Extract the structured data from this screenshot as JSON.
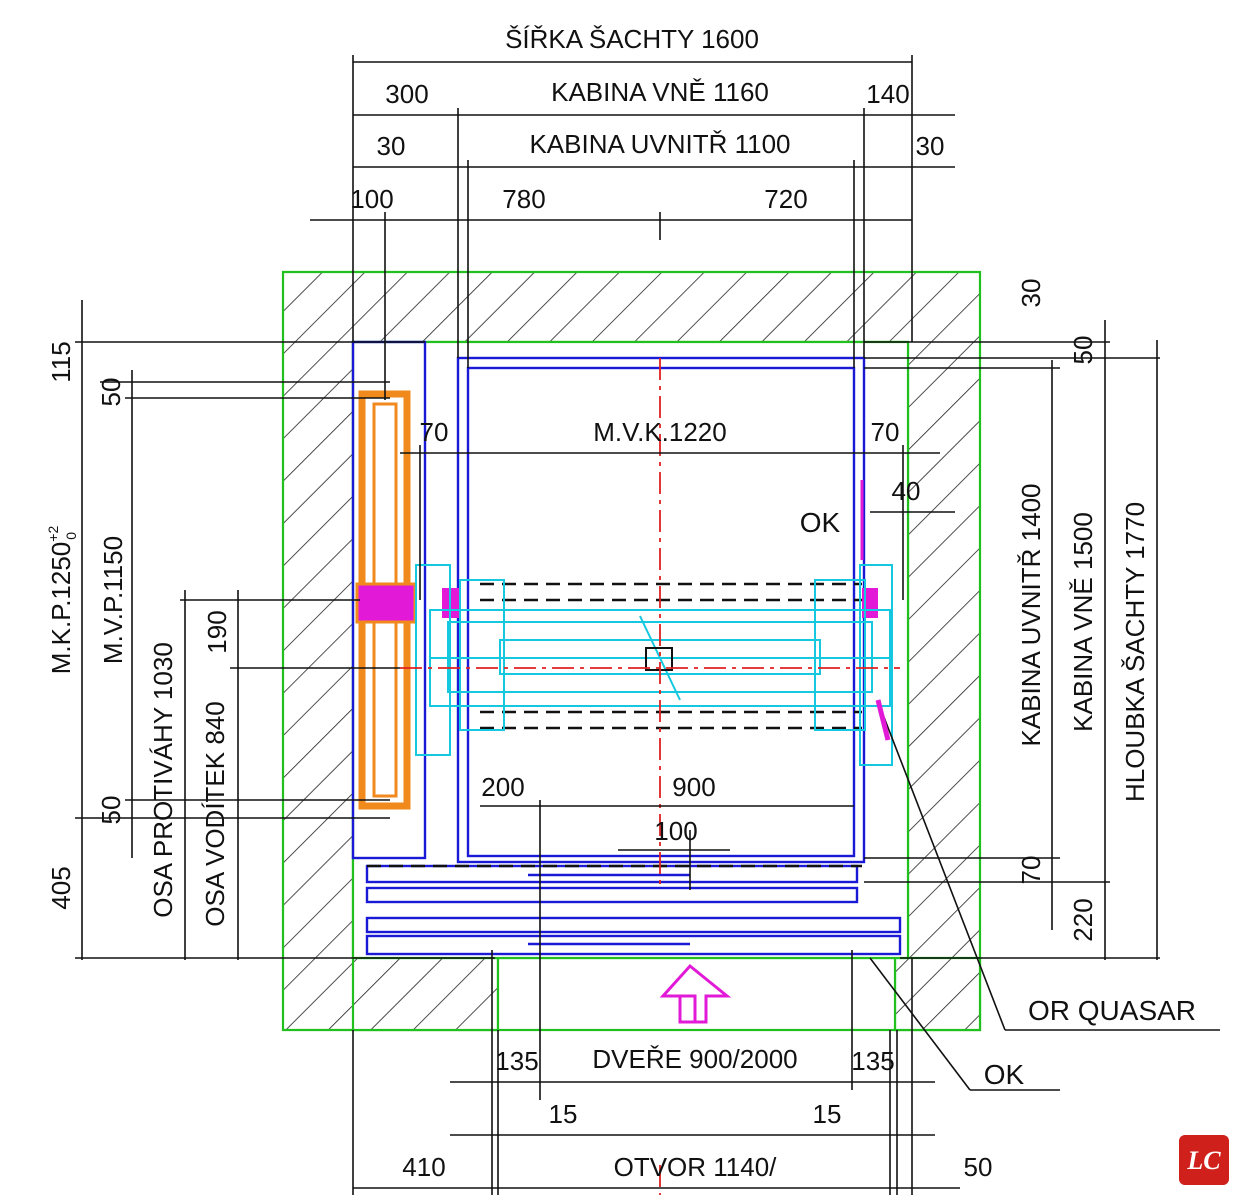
{
  "labels": {
    "shaft_width": "ŠÍŘKA ŠACHTY 1600",
    "cabin_outside": "KABINA VNĚ 1160",
    "cabin_inside": "KABINA UVNITŘ 1100",
    "dim_300": "300",
    "dim_140": "140",
    "dim_30_left": "30",
    "dim_30_right": "30",
    "dim_100_top": "100",
    "dim_780": "780",
    "dim_720": "720",
    "dim_30_side": "30",
    "dim_50_side": "50",
    "mvk": "M.V.K.1220",
    "dim_70_left": "70",
    "dim_70_right": "70",
    "dim_40": "40",
    "ok_top": "OK",
    "dim_115": "115",
    "dim_50_a": "50",
    "mkp_main": "M.K.P.1250",
    "mkp_tol_upper": "+2",
    "mkp_tol_lower": "0",
    "mvp": "M.V.P.1150",
    "dim_190": "190",
    "osa_protivahy": "OSA PROTIVÁHY 1030",
    "osa_voditek": "OSA VODÍTEK 840",
    "dim_50_b": "50",
    "dim_405": "405",
    "dim_200": "200",
    "dim_900": "900",
    "dim_100_door": "100",
    "cabin_inside_depth": "KABINA UVNITŘ 1400",
    "cabin_outside_depth": "KABINA VNĚ 1500",
    "shaft_depth": "HLOUBKA ŠACHTY 1770",
    "dim_70_side": "70",
    "dim_220": "220",
    "or_quasar": "OR QUASAR",
    "ok_bottom": "OK",
    "dim_135_left": "135",
    "doors": "DVEŘE 900/2000",
    "dim_135_right": "135",
    "dim_15_left": "15",
    "dim_15_right": "15",
    "dim_410": "410",
    "opening": "OTVOR 1140/",
    "dim_50_bottom": "50"
  },
  "logo": {
    "text": "LC",
    "color": "#d0201c"
  },
  "colors": {
    "wall_outline": "#22c01e",
    "cabin": "#1a1ad6",
    "counterweight": "#f08a1c",
    "guide_rails": "#15c8e0",
    "axis": "#e02020",
    "highlight": "#e21ad8"
  }
}
